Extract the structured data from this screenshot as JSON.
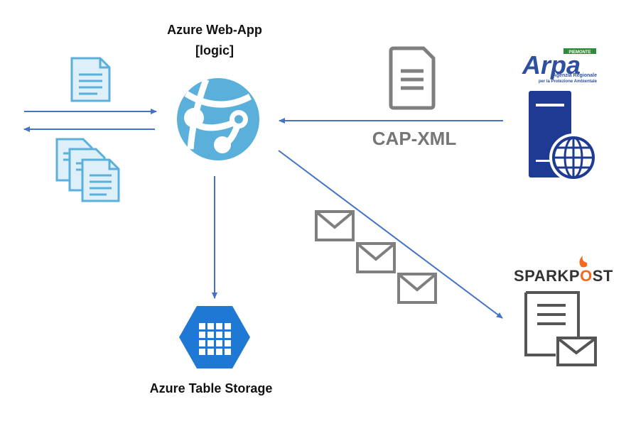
{
  "labels": {
    "webapp_line1": "Azure Web-App",
    "webapp_line2": "[logic]",
    "table_storage": "Azure Table Storage",
    "cap_xml": "CAP-XML"
  },
  "logos": {
    "arpa_main": "Arpa",
    "arpa_piemonte": "PIEMONTE",
    "arpa_sub1": "Agenzia Regionale",
    "arpa_sub2": "per la Protezione Ambientale",
    "sparkpost_a": "SPARK",
    "sparkpost_b": "P",
    "sparkpost_c": "ST"
  },
  "colors": {
    "arrow": "#4472C4",
    "azure_blue": "#1E78D4",
    "webapp_blue": "#5AAFDB",
    "doc_blue": "#5AAFDB",
    "gray_icon": "#7F7F7F",
    "server_navy": "#1F3A93",
    "cap_text": "#767676",
    "spark_orange": "#F26A21"
  },
  "icons": {
    "webapp": "azure-webapp-globe-icon",
    "table": "azure-table-storage-icon",
    "server": "web-server-globe-icon",
    "mail": "envelope-icon",
    "document": "document-icon"
  }
}
